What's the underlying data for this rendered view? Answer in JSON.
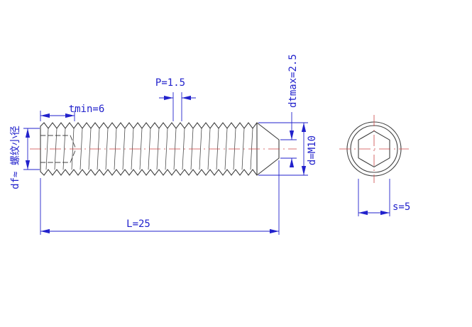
{
  "dimensions": {
    "socket_depth": "tmin=6",
    "pitch": "P=1.5",
    "tip_diameter": "dtmax=2.5",
    "thread_size": "d=M10",
    "length": "L=25",
    "minor_diameter": "df≈ 螺纹小径",
    "socket_width": "s=5"
  },
  "colors": {
    "background": "#ffffff",
    "geometry": "#404040",
    "dimension": "#2222cc",
    "centerline": "#cc4444"
  }
}
